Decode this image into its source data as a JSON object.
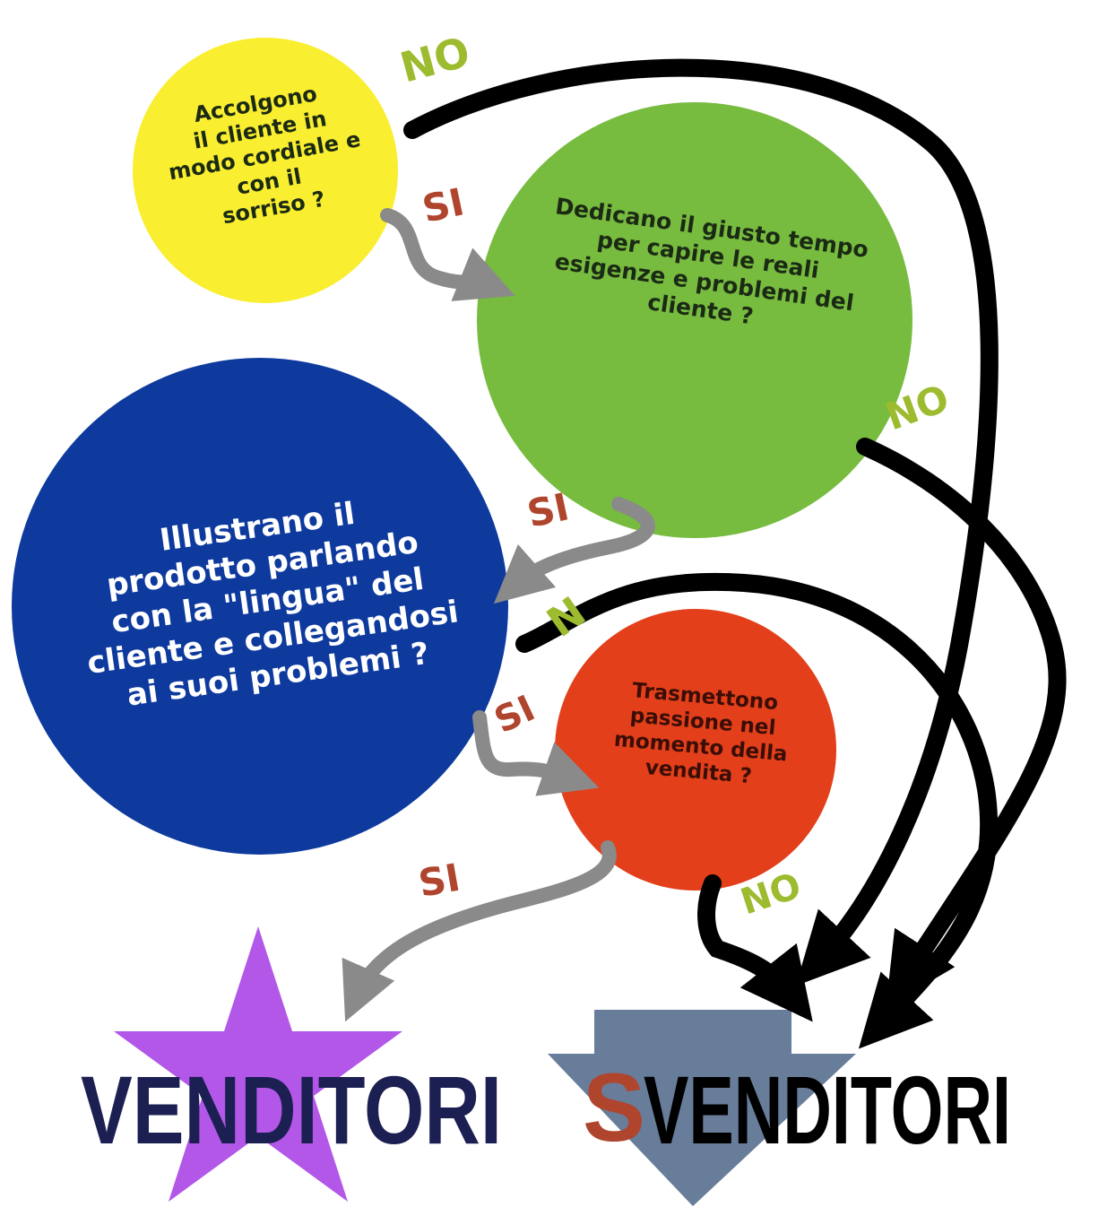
{
  "colors": {
    "yellow": "#f9ee2f",
    "green": "#77bb3f",
    "blue": "#0e3a9e",
    "red": "#e23f1a",
    "purple": "#b257e8",
    "slate": "#687d99",
    "si": "#b0452e",
    "no": "#9cbb2e",
    "navy": "#1c1f52",
    "black": "#000000",
    "gray": "#8a8a8a"
  },
  "questions": [
    {
      "id": "q1",
      "lines": [
        "Accolgono",
        "il cliente in",
        "modo cordiale e",
        "con il",
        "sorriso ?"
      ]
    },
    {
      "id": "q2",
      "lines": [
        "Dedicano il giusto tempo",
        "per capire le reali",
        "esigenze e problemi del",
        "cliente ?"
      ]
    },
    {
      "id": "q3",
      "lines": [
        "Illustrano il",
        "prodotto parlando",
        "con la \"lingua\" del",
        "cliente e collegandosi",
        "ai suoi problemi ?"
      ]
    },
    {
      "id": "q4",
      "lines": [
        "Trasmettono",
        "passione nel",
        "momento della",
        "vendita ?"
      ]
    }
  ],
  "answers": {
    "yes": "SI",
    "no": "NO",
    "no_partial": "N"
  },
  "outcomes": {
    "good": "VENDITORI",
    "bad_prefix": "S",
    "bad_rest": "VENDITORI"
  }
}
